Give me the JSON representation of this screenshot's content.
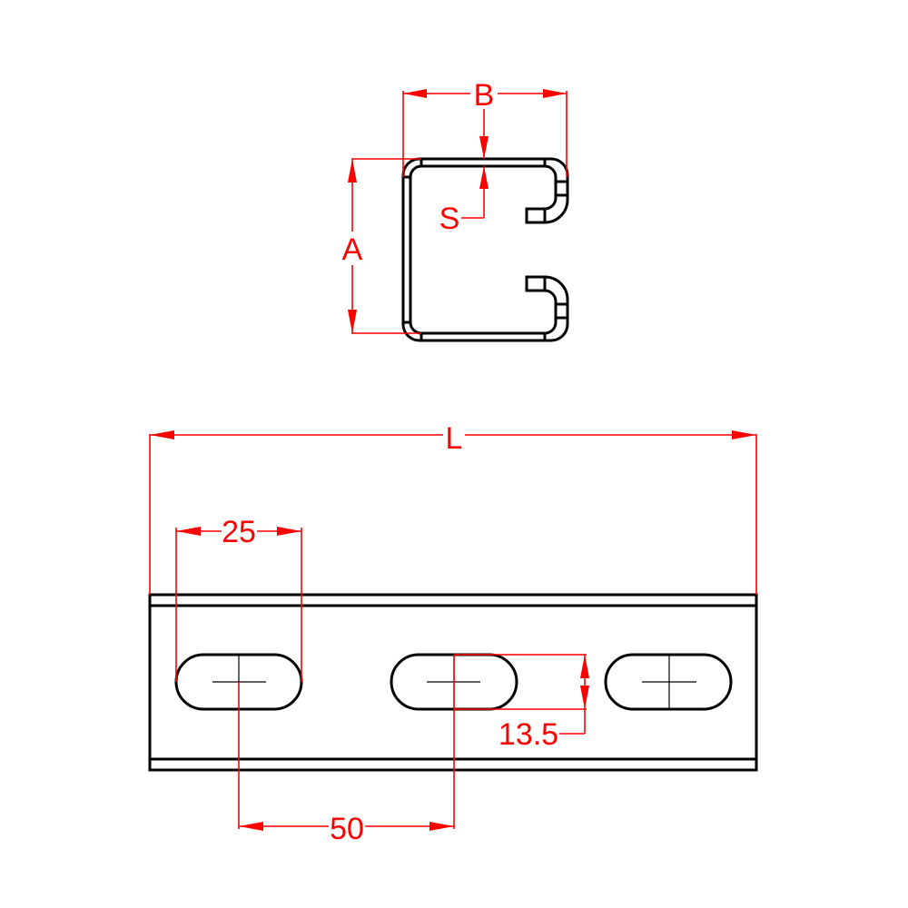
{
  "colors": {
    "object_line": "#000000",
    "dimension_line": "#ff0000",
    "background": "#ffffff"
  },
  "section_view": {
    "name": "C-channel cross section",
    "labels": {
      "height": "A",
      "width": "B",
      "thickness": "S"
    }
  },
  "side_view": {
    "name": "slotted channel elevation",
    "labels": {
      "length": "L",
      "slot_length": "25",
      "slot_pitch": "50",
      "slot_width": "13.5"
    },
    "slot_count": 3
  }
}
